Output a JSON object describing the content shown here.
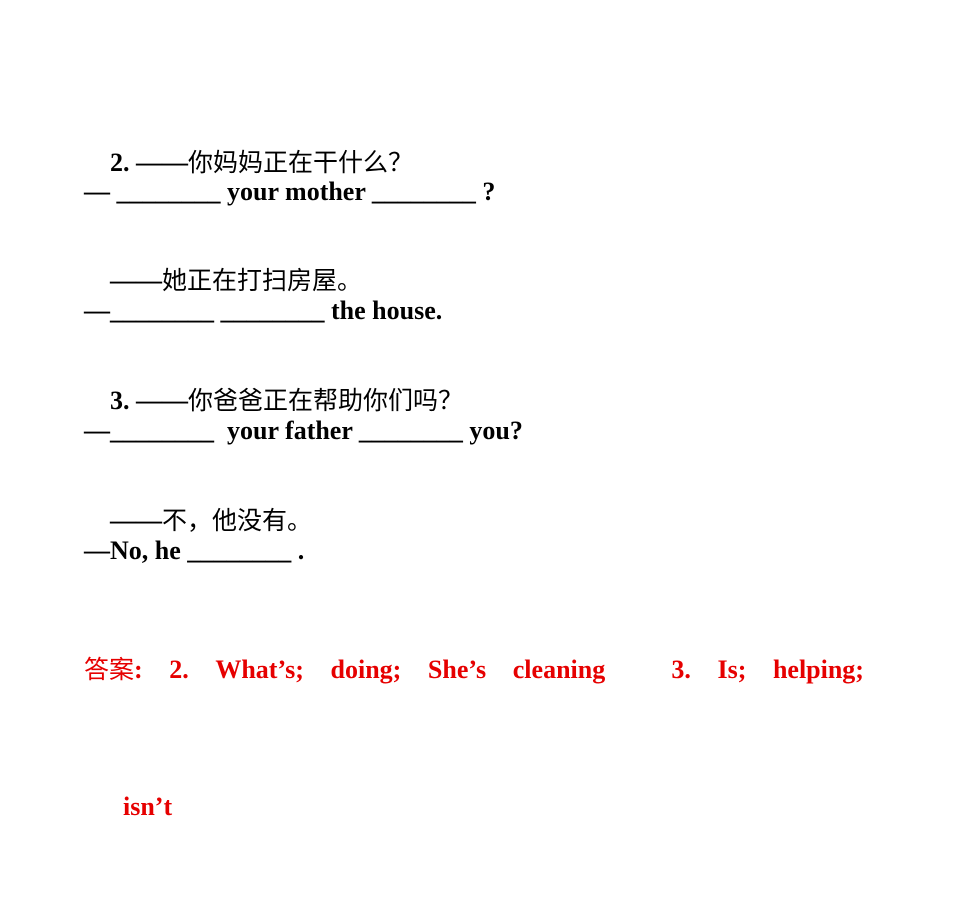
{
  "q2": {
    "prompt_num": "2. ——",
    "prompt_cn": "你妈妈正在干什么？",
    "line2": "— ________ your mother ________ ?",
    "reply_dash": "——",
    "reply_cn": "她正在打扫房屋。",
    "line4": "—________ ________ the house."
  },
  "q3": {
    "prompt_num": "3. ——",
    "prompt_cn": "你爸爸正在帮助你们吗？",
    "line2": "—________  your father ________ you?",
    "reply_dash": "——",
    "reply_cn": "不，他没有。",
    "line4": "—No, he ________ ."
  },
  "answer": {
    "label_cn": "答案",
    "colon": ":",
    "items": [
      "2.",
      "What’s;",
      "doing;",
      "She’s",
      "cleaning",
      "3.",
      "Is;",
      "helping;"
    ],
    "last": "isn’t",
    "color": "#e60000"
  }
}
